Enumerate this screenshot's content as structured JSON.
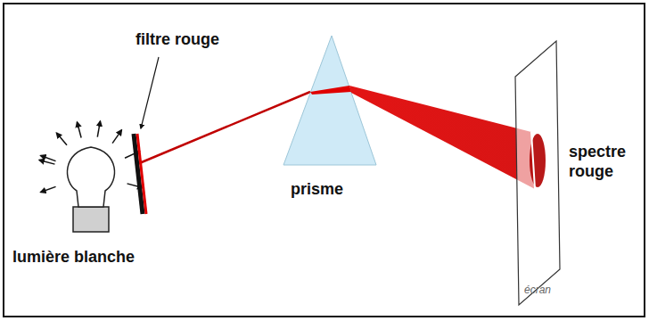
{
  "diagram": {
    "labels": [
      "filtre rouge",
      "spectre rouge",
      "prisme",
      "lumière blanche",
      "écran"
    ]
  }
}
